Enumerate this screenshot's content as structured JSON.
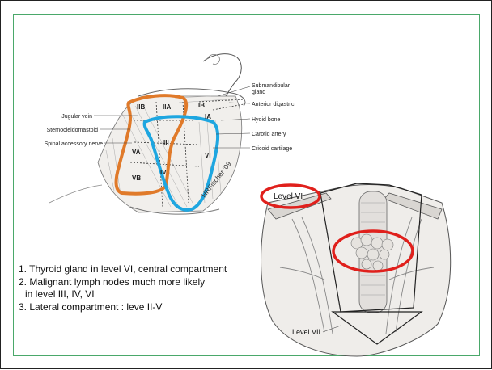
{
  "neck_diagram": {
    "labels": {
      "submandibular_gland": "Submandibular gland",
      "anterior_digastric": "Anterior digastric",
      "hyoid_bone": "Hyoid bone",
      "carotid_artery": "Carotid artery",
      "cricoid_cartilage": "Cricoid cartilage",
      "jugular_vein": "Jugular vein",
      "sternocleidomastoid": "Sternocleidomastoid",
      "spinal_accessory_nerve": "Spinal accessory nerve"
    },
    "levels": {
      "IIB": "IIB",
      "IIA": "IIA",
      "IB": "IB",
      "IA": "IA",
      "III": "III",
      "VA": "VA",
      "VB": "VB",
      "IV": "IV",
      "VI": "VI"
    },
    "signature": "HRFischer '09",
    "outline_colors": {
      "lateral": "#e07a2a",
      "central": "#1ea6e0"
    }
  },
  "surgical_view": {
    "label_level_vi": "Level VI",
    "label_level_vii": "Level VII",
    "highlight_color": "#e0201c"
  },
  "notes": {
    "line1": "1. Thyroid gland in level VI, central compartment",
    "line2": "2. Malignant lymph nodes much more likely",
    "line2b": "in level  III, IV, VI",
    "line3": "3. Lateral compartment : leve II-V"
  },
  "colors": {
    "frame": "#4aa86a"
  }
}
